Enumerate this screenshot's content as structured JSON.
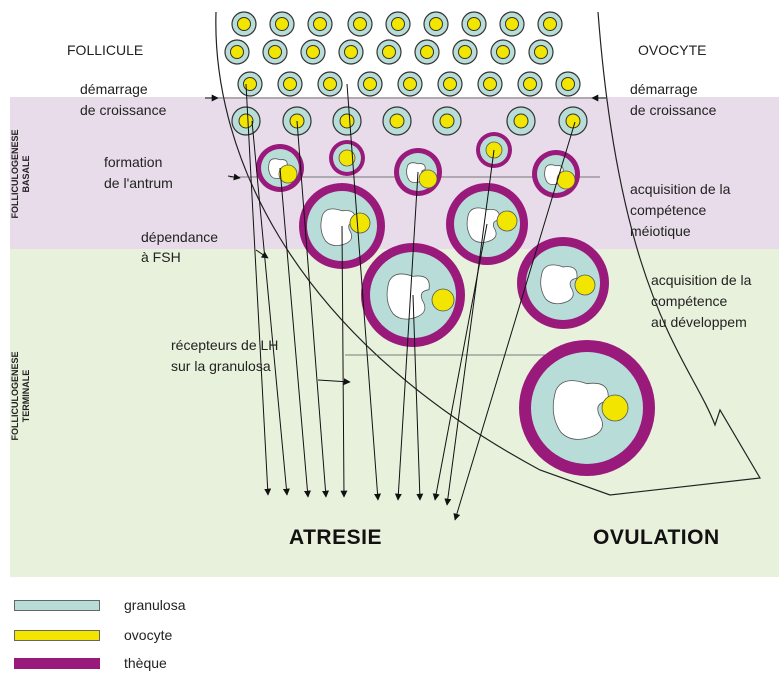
{
  "header": {
    "follicule": "FOLLICULE",
    "ovocyte": "OVOCYTE"
  },
  "left_labels": {
    "demarrage_1": "démarrage",
    "demarrage_2": "de croissance",
    "antrum_1": "formation",
    "antrum_2": "de l'antrum",
    "fsh_1": "dépendance",
    "fsh_2": "à FSH",
    "lh_1": "récepteurs de LH",
    "lh_2": "sur la granulosa"
  },
  "right_labels": {
    "demarrage_1": "démarrage",
    "demarrage_2": "de croissance",
    "meiotique_1": "acquisition de la",
    "meiotique_2": "compétence",
    "meiotique_3": "méiotique",
    "dev_1": "acquisition de la",
    "dev_2": "compétence",
    "dev_3": "au développem"
  },
  "phases": {
    "basale_1": "FOLLICULOGENESE",
    "basale_2": "BASALE",
    "terminale_1": "FOLLICULOGENESE",
    "terminale_2": "TERMINALE"
  },
  "outcomes": {
    "atresie": "ATRESIE",
    "ovulation": "OVULATION"
  },
  "legend": [
    {
      "label": "granulosa",
      "color": "#b8dcd8"
    },
    {
      "label": "ovocyte",
      "color": "#f2e600"
    },
    {
      "label": "thèque",
      "color": "#9a1a7c"
    }
  ],
  "colors": {
    "basale_band": "#e8dcea",
    "terminale_band": "#e8f1dc",
    "granulosa": "#b8dcd8",
    "ovocyte": "#f2e600",
    "theque": "#9a1a7c",
    "antrum": "#ffffff"
  }
}
